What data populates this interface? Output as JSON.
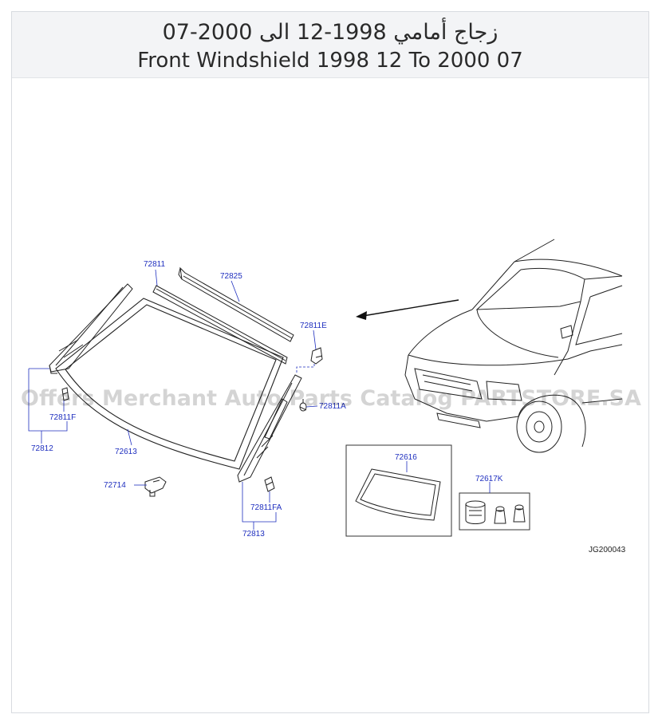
{
  "header": {
    "title_ar": "زجاج أمامي 1998-12 الى 2000-07",
    "title_en": "Front Windshield 1998 12 To 2000 07"
  },
  "diagram": {
    "watermark": "Offers Merchant Auto Parts Catalog PARTSTORE.SA",
    "code": "JG200043",
    "parts": {
      "p72811": "72811",
      "p72825": "72825",
      "p72811E": "72811E",
      "p72811A": "72811A",
      "p72811F": "72811F",
      "p72812": "72812",
      "p72613": "72613",
      "p72714": "72714",
      "p72811FA": "72811FA",
      "p72813": "72813",
      "p72616": "72616",
      "p72617K": "72617K"
    }
  },
  "colors": {
    "label": "#1f2fbf",
    "line": "#222222",
    "header_bg": "#f3f4f6"
  }
}
